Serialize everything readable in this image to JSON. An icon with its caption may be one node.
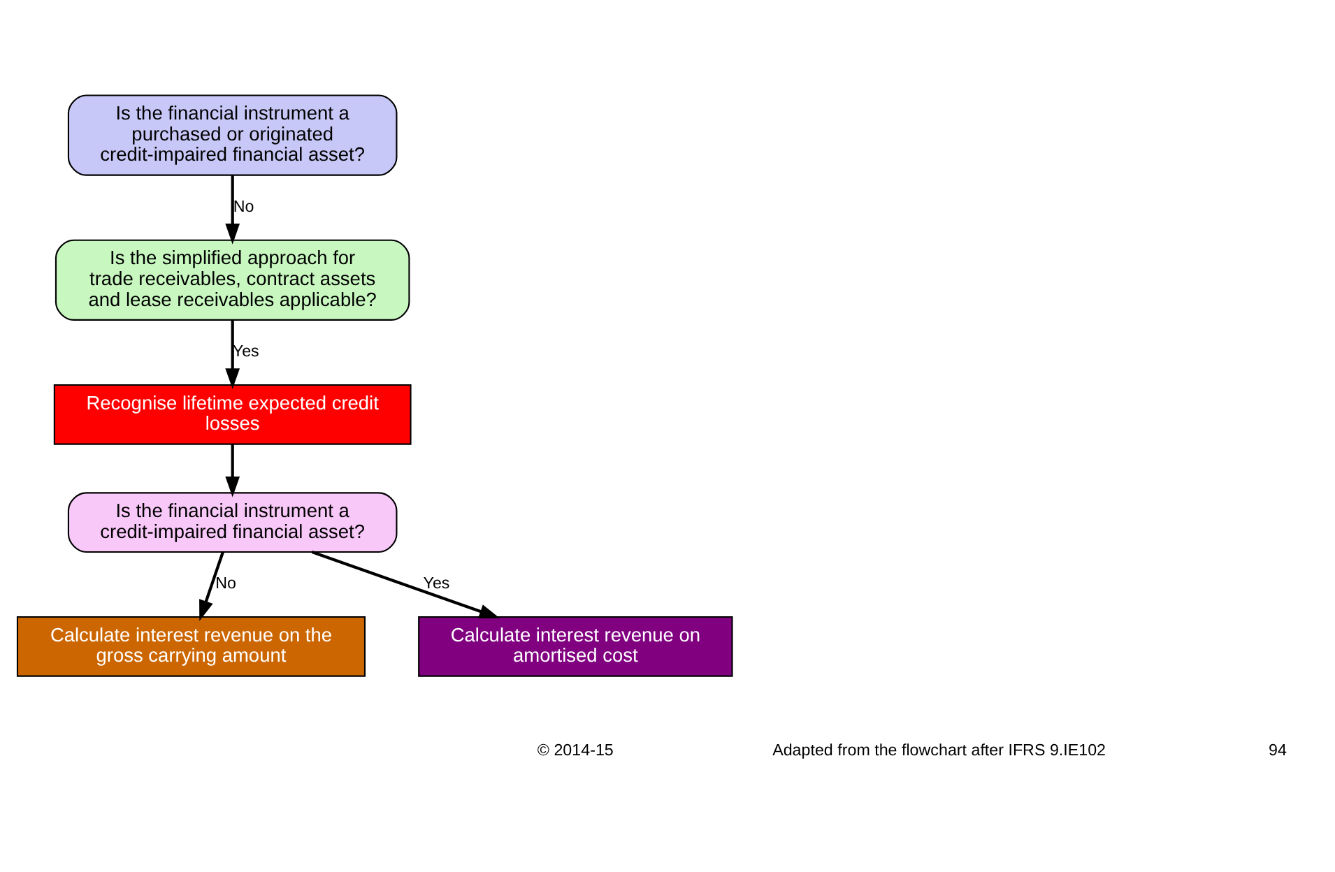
{
  "diagram": {
    "nodes": [
      {
        "text": [
          "Is the financial instrument a purchased or originated credit-impaired financial asset?"
        ]
      },
      {
        "text": [
          "Is the simplified approach for trade receivables, contract assets and lease receivables applicable?"
        ]
      },
      {
        "text": [
          "Recognise lifetime expected credit losses"
        ]
      },
      {
        "text": [
          "Is the financial instrument a credit-impaired financial asset?"
        ]
      },
      {
        "text": [
          "Calculate interest revenue on the gross carrying amount"
        ]
      },
      {
        "text": [
          "Calculate interest revenue on amortised cost"
        ]
      }
    ],
    "edges": [
      {
        "from": 0,
        "to": 1,
        "arrow": "to",
        "label": "No"
      },
      {
        "from": 1,
        "to": 2,
        "arrow": "to",
        "label": "Yes"
      },
      {
        "from": 2,
        "to": 3,
        "arrow": "to"
      },
      {
        "from": 3,
        "to": 4,
        "arrow": "to",
        "label": "No"
      },
      {
        "from": 3,
        "to": 5,
        "arrow": "to",
        "label": "Yes"
      }
    ],
    "labels": [
      "© 2014-15",
      "Adapted from the flowchart after IFRS 9.IE102",
      "94"
    ]
  }
}
